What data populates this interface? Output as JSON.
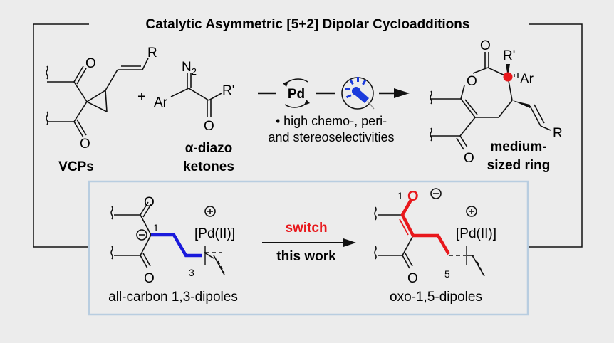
{
  "title": "Catalytic Asymmetric [5+2] Dipolar Cycloadditions",
  "top": {
    "vcp": {
      "label": "VCPs",
      "R": "R",
      "O1": "O",
      "O2": "O"
    },
    "plus": "+",
    "diazo": {
      "label_line1": "α-diazo",
      "label_line2": "ketones",
      "N2": "N",
      "N2_sub": "2",
      "Ar": "Ar",
      "Rp": "R'",
      "O": "O"
    },
    "catalyst": "Pd",
    "light_icon": "led-light-icon",
    "note_line1": "• high chemo-, peri-",
    "note_line2": "and stereoselectivities",
    "product": {
      "label_line1": "medium-",
      "label_line2": "sized ring",
      "O_ring": "O",
      "O_carbonyl": "O",
      "O_ketone": "O",
      "Rp": "R'",
      "Ar": "Ar",
      "R": "R"
    }
  },
  "bottom": {
    "left": {
      "label": "all-carbon 1,3-dipoles",
      "num1": "1",
      "num3": "3",
      "pd": "[Pd(II)]",
      "plus": "+",
      "minus": "−",
      "O1": "O",
      "O2": "O"
    },
    "arrow_top": "switch",
    "arrow_bottom": "this work",
    "right": {
      "label": "oxo-1,5-dipoles",
      "num1": "1",
      "num5": "5",
      "pd": "[Pd(II)]",
      "plus": "+",
      "minus": "−",
      "O_red": "O",
      "O2": "O"
    }
  },
  "colors": {
    "background": "#ececec",
    "blue_bond": "#1a1adc",
    "red_bond": "#e8181c",
    "box_border": "#b8cde0",
    "highlight_dot": "#e8181c"
  }
}
